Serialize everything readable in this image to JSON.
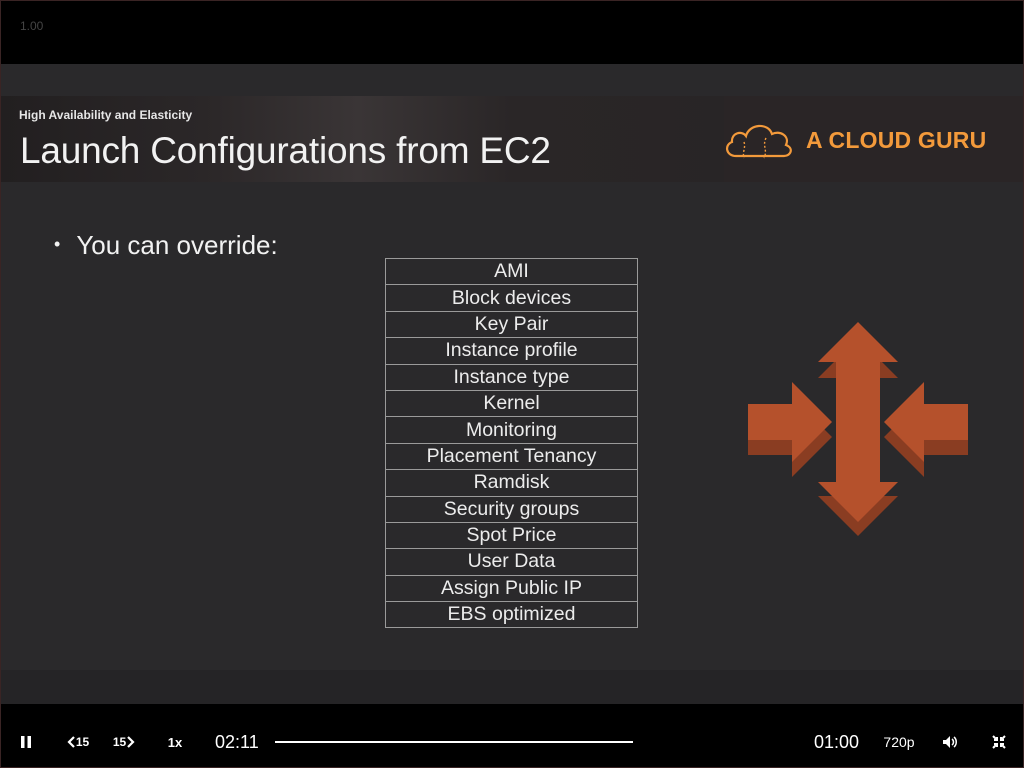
{
  "player": {
    "speed_indicator": "1.00"
  },
  "slide": {
    "subtitle": "High Availability and Elasticity",
    "title": "Launch Configurations from EC2",
    "logo_text": "A CLOUD GURU",
    "bullet": "You can override:",
    "override_items": [
      "AMI",
      "Block devices",
      "Key Pair",
      "Instance profile",
      "Instance type",
      "Kernel",
      "Monitoring",
      "Placement Tenancy",
      "Ramdisk",
      "Security groups",
      "Spot Price",
      "User Data",
      "Assign Public IP",
      "EBS optimized"
    ],
    "icon": "auto-scaling-arrows-icon",
    "accent_color": "#b5512c",
    "logo_color": "#f39a3b"
  },
  "controls": {
    "pause_icon": "pause-icon",
    "rewind_label": "15",
    "forward_label": "15",
    "playback_rate": "1x",
    "current_time": "02:11",
    "remaining_time": "01:00",
    "quality": "720p",
    "volume_icon": "volume-icon",
    "exit_fullscreen_icon": "exit-fullscreen-icon",
    "progress_fraction": 1.0
  }
}
